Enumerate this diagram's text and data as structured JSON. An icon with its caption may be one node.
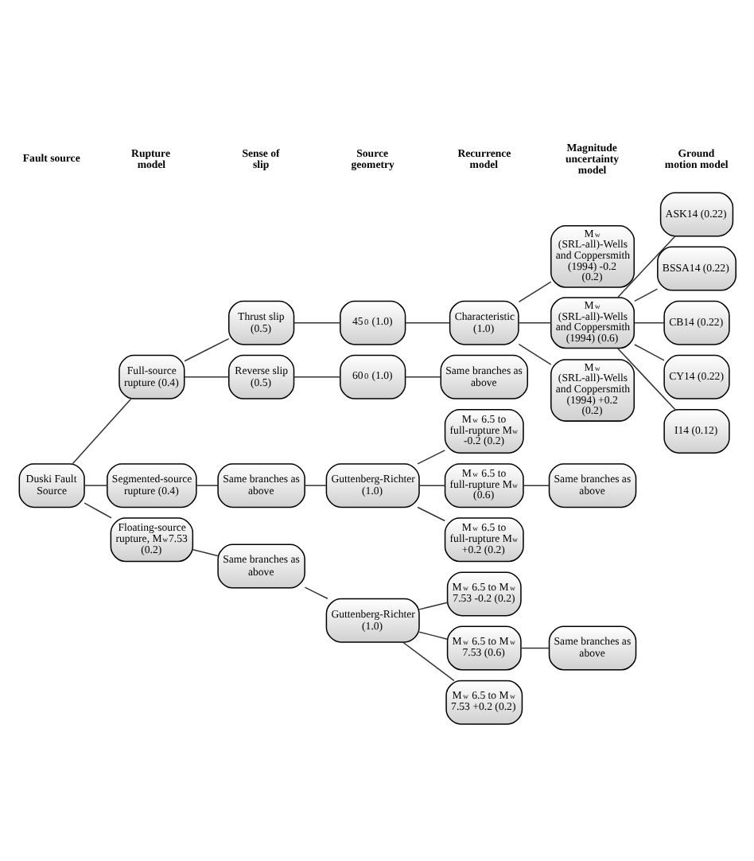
{
  "diagram": {
    "nodes": [
      {
        "text": [
          "Duski Fault Source"
        ]
      },
      {
        "text": [
          "Full-source rupture (0.4)"
        ]
      },
      {
        "text": [
          "Segmented-source rupture (0.4)"
        ]
      },
      {
        "text": [
          "Floating-source rupture, M$_{w}$7.53 (0.2)"
        ]
      },
      {
        "text": [
          "Thrust slip (0.5)"
        ]
      },
      {
        "text": [
          "Reverse slip (0.5)"
        ]
      },
      {
        "text": [
          "Same branches as above"
        ]
      },
      {
        "text": [
          "Same branches as above"
        ]
      },
      {
        "text": [
          "45$^{0}$ (1.0)"
        ]
      },
      {
        "text": [
          "60$^{0}$ (1.0)"
        ]
      },
      {
        "text": [
          "Characteristic (1.0)"
        ]
      },
      {
        "text": [
          "Same branches as above"
        ]
      },
      {
        "text": [
          "Guttenberg-Richter (1.0)"
        ]
      },
      {
        "text": [
          "Guttenberg-Richter (1.0)"
        ]
      },
      {
        "text": [
          "M$_{w}$ (SRL-all)-Wells and Coppersmith (1994) -0.2 (0.2)"
        ]
      },
      {
        "text": [
          "M$_{w}$ (SRL-all)-Wells and Coppersmith (1994) (0.6)"
        ]
      },
      {
        "text": [
          "M$_{w}$ (SRL-all)-Wells and Coppersmith (1994) +0.2 (0.2)"
        ]
      },
      {
        "text": [
          "M$_{w}$ 6.5 to full-rupture M$_{w}$ -0.2 (0.2)"
        ]
      },
      {
        "text": [
          "M$_{w}$ 6.5 to full-rupture M$_{w}$ (0.6)"
        ]
      },
      {
        "text": [
          "M$_{w}$ 6.5 to full-rupture M$_{w}$ +0.2 (0.2)"
        ]
      },
      {
        "text": [
          "M$_{w}$ 6.5 to M$_{w}$ 7.53 -0.2 (0.2)"
        ]
      },
      {
        "text": [
          "M$_{w}$ 6.5 to M$_{w}$ 7.53 (0.6)"
        ]
      },
      {
        "text": [
          "M$_{w}$ 6.5 to M$_{w}$ 7.53 +0.2 (0.2)"
        ]
      },
      {
        "text": [
          "ASK14 (0.22)"
        ]
      },
      {
        "text": [
          "BSSA14 (0.22)"
        ]
      },
      {
        "text": [
          "CB14 (0.22)"
        ]
      },
      {
        "text": [
          "CY14 (0.22)"
        ]
      },
      {
        "text": [
          "I14 (0.12)"
        ]
      },
      {
        "text": [
          "Same branches as above"
        ]
      },
      {
        "text": [
          "Same branches as above"
        ]
      }
    ],
    "edges": [
      {
        "from": 0,
        "to": 1,
        "arrow": "none"
      },
      {
        "from": 0,
        "to": 2,
        "arrow": "none"
      },
      {
        "from": 0,
        "to": 3,
        "arrow": "none"
      },
      {
        "from": 1,
        "to": 4,
        "arrow": "none"
      },
      {
        "from": 1,
        "to": 5,
        "arrow": "none"
      },
      {
        "from": 2,
        "to": 6,
        "arrow": "none"
      },
      {
        "from": 3,
        "to": 7,
        "arrow": "none"
      },
      {
        "from": 4,
        "to": 8,
        "arrow": "none"
      },
      {
        "from": 5,
        "to": 9,
        "arrow": "none"
      },
      {
        "from": 8,
        "to": 10,
        "arrow": "none"
      },
      {
        "from": 9,
        "to": 11,
        "arrow": "none"
      },
      {
        "from": 6,
        "to": 12,
        "arrow": "none"
      },
      {
        "from": 7,
        "to": 13,
        "arrow": "none"
      },
      {
        "from": 10,
        "to": 14,
        "arrow": "none"
      },
      {
        "from": 10,
        "to": 15,
        "arrow": "none"
      },
      {
        "from": 10,
        "to": 16,
        "arrow": "none"
      },
      {
        "from": 12,
        "to": 17,
        "arrow": "none"
      },
      {
        "from": 12,
        "to": 18,
        "arrow": "none"
      },
      {
        "from": 12,
        "to": 19,
        "arrow": "none"
      },
      {
        "from": 13,
        "to": 20,
        "arrow": "none"
      },
      {
        "from": 13,
        "to": 21,
        "arrow": "none"
      },
      {
        "from": 13,
        "to": 22,
        "arrow": "none"
      },
      {
        "from": 15,
        "to": 23,
        "arrow": "none"
      },
      {
        "from": 15,
        "to": 24,
        "arrow": "none"
      },
      {
        "from": 15,
        "to": 25,
        "arrow": "none"
      },
      {
        "from": 15,
        "to": 26,
        "arrow": "none"
      },
      {
        "from": 15,
        "to": 27,
        "arrow": "none"
      },
      {
        "from": 18,
        "to": 28,
        "arrow": "none"
      },
      {
        "from": 21,
        "to": 29,
        "arrow": "none"
      }
    ],
    "labels": [
      "Fault source",
      "Rupture model",
      "Sense of slip",
      "Source geometry",
      "Recurrence model",
      "Magnitude uncertainty model",
      "Ground motion model"
    ]
  }
}
